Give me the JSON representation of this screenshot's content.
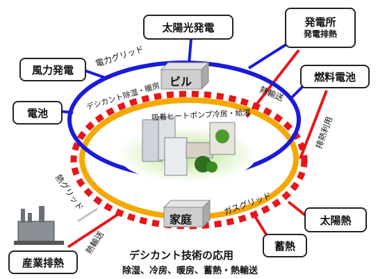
{
  "nodes": {
    "solar_power": "太陽光発電",
    "power_plant": "発電所",
    "power_plant_sub": "発電排熱",
    "wind_power": "風力発電",
    "fuel_cell": "燃料電池",
    "battery": "電池",
    "solar_heat": "太陽熱",
    "heat_storage": "蓄熱",
    "industrial_waste_heat": "産業排熱",
    "building": "ビル",
    "home": "家庭"
  },
  "labels": {
    "power_grid": "電力グリッド",
    "desiccant_dehumid_heating": "デシカント除湿・暖房",
    "absorption_heatpump": "吸着ヒートポンプ冷房・給湯",
    "heat_transport_top": "熱輸送",
    "waste_heat_use": "排熱利用",
    "heat_grid": "熱グリッド",
    "gas_grid": "ガスグリッド",
    "heat_transport_bottom": "熱輸送"
  },
  "footer": {
    "title": "デシカント技術の応用",
    "subtitle": "除湿、冷房、暖房、蓄熱・熱輸送"
  },
  "colors": {
    "power_grid": "#1a1adb",
    "gas_grid": "#f5a800",
    "heat_grid": "#e8151b",
    "center_bg": "#e6f5d8"
  }
}
